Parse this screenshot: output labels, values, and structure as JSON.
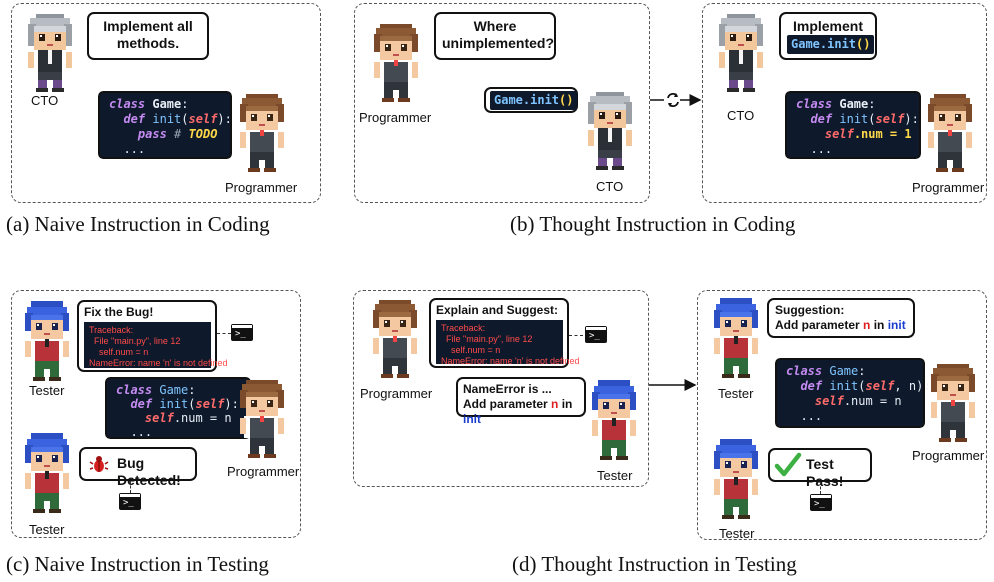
{
  "captions": {
    "a": "(a)  Naive Instruction in Coding",
    "b": "(b)  Thought Instruction in Coding",
    "c": "(c)  Naive Instruction in Testing",
    "d": "(d)  Thought Instruction in Testing"
  },
  "roles": {
    "cto": "CTO",
    "programmer": "Programmer",
    "tester": "Tester"
  },
  "panel_a": {
    "bubble": "Implement all methods.",
    "code": {
      "l1_kw": "class",
      "l1_name": "Game",
      "l2_kw": "def",
      "l2_fn": "init",
      "l2_self": "self",
      "l3_kw": "pass",
      "l3_hash": "#",
      "l3_todo": "TODO",
      "l4": "..."
    }
  },
  "panel_b": {
    "question": "Where unimplemented?",
    "answer_code": "Game.init",
    "answer_parens": "()",
    "instruct": "Implement",
    "instruct_code": "Game.init",
    "instruct_parens": "()",
    "code": {
      "l1_kw": "class",
      "l1_name": "Game",
      "l2_kw": "def",
      "l2_fn": "init",
      "l2_self": "self",
      "l3_self": "self",
      "l3_rest": ".num = 1",
      "l4": "..."
    }
  },
  "panel_c": {
    "bubble_title": "Fix the Bug! Message:",
    "traceback": [
      "Traceback:",
      "  File \"main.py\", line 12",
      "    self.num = n",
      "NameError: name 'n' is not defined"
    ],
    "bug": "Bug Detected!",
    "code": {
      "l1_kw": "class",
      "l1_name": "Game",
      "l2_kw": "def",
      "l2_fn": "init",
      "l2_self": "self",
      "l3_self": "self",
      "l3_rest": ".num = n",
      "l4": "..."
    }
  },
  "panel_d": {
    "bubble_title": "Explain and Suggest:",
    "traceback": [
      "Traceback:",
      "  File \"main.py\", line 12",
      "    self.num = n",
      "NameError: name 'n' is not defined"
    ],
    "explain_1": "NameError is ...",
    "explain_2a": "Add parameter ",
    "explain_2b": "n",
    "explain_2c": " in ",
    "explain_2d": "init",
    "suggestion_1": "Suggestion:",
    "suggestion_2a": "Add parameter ",
    "suggestion_2b": "n",
    "suggestion_2c": " in ",
    "suggestion_2d": "init",
    "pass": "Test Pass!",
    "code": {
      "l1_kw": "class",
      "l1_name": "Game",
      "l2_kw": "def",
      "l2_fn": "init",
      "l2_self": "self",
      "l2_param": ", n",
      "l3_self": "self",
      "l3_rest": ".num = n",
      "l4": "..."
    }
  },
  "terminal_icon": ">_",
  "colors": {
    "code_bg": "#0e1a2b",
    "keyword": "#c58bf2",
    "function": "#7fc4ff",
    "self": "#ff6b6b",
    "todo": "#ffd84a",
    "error": "#ff4a4a",
    "highlight_red": "#e02020",
    "highlight_blue": "#1a3fd0"
  },
  "icons": [
    "loop-icon",
    "bug-icon",
    "checkmark-icon",
    "terminal-icon"
  ]
}
